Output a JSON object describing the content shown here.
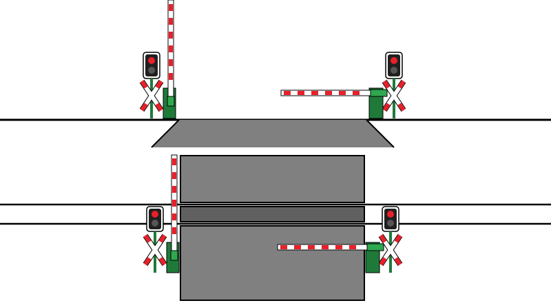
{
  "colors": {
    "background": "#ffffff",
    "line": "#000000",
    "road": "#808080",
    "road_dark": "#606060",
    "boom_red": "#e8202a",
    "boom_white": "#ffffff",
    "gate_green": "#1f7a3a",
    "gate_green_light": "#2fa84f",
    "signal_housing": "#202020",
    "signal_red": "#e8202a",
    "signal_off": "#555555",
    "crossbuck_red": "#e8202a"
  },
  "scene": {
    "description_visible_text": "",
    "crossings": [
      {
        "name": "upper-crossing",
        "left_barrier": "raised",
        "right_barrier": "lowered",
        "left_signal": "red",
        "right_signal": "red"
      },
      {
        "name": "lower-crossing",
        "left_barrier": "raised",
        "right_barrier": "lowered",
        "left_signal": "red",
        "right_signal": "red"
      }
    ]
  }
}
